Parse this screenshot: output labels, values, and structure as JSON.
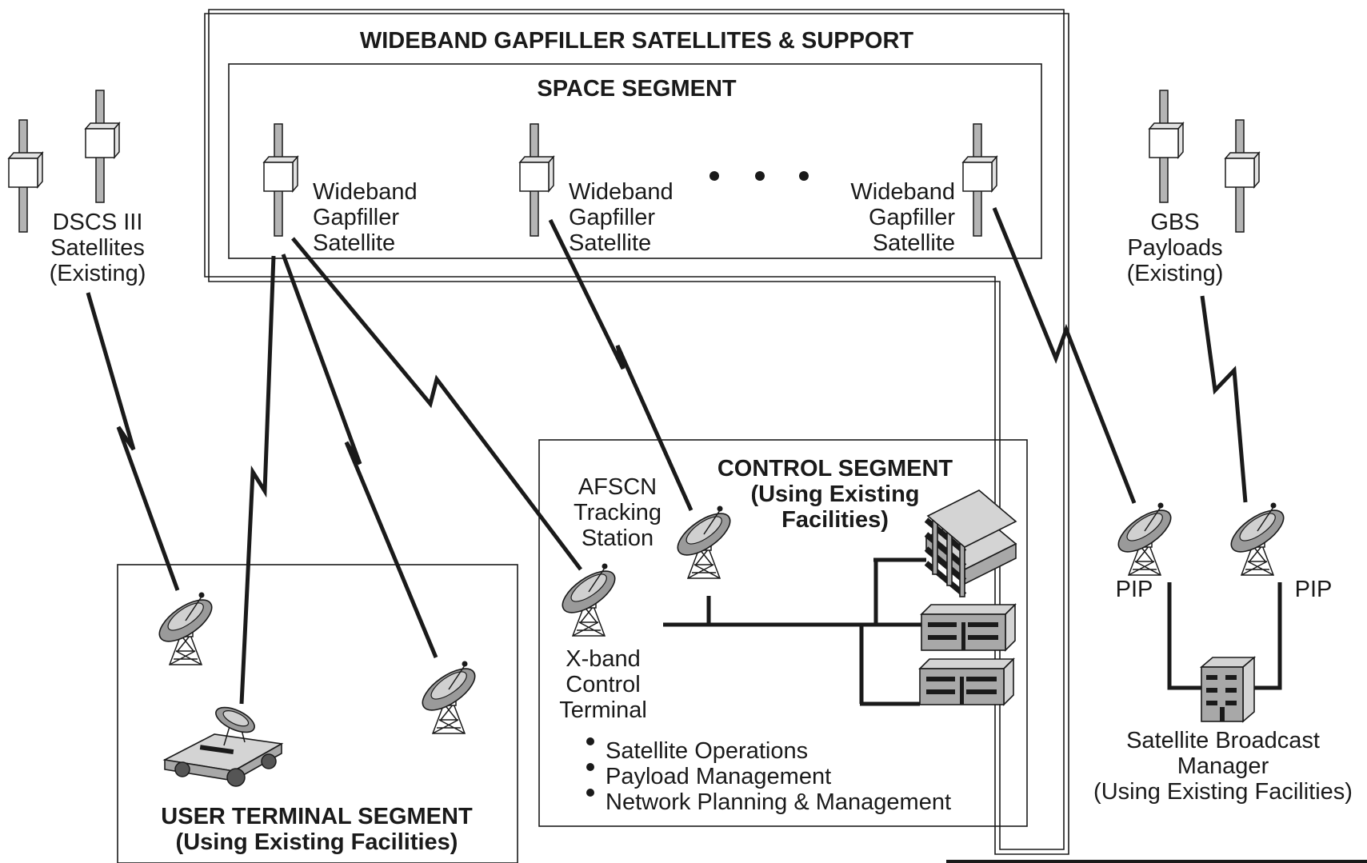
{
  "frame": {
    "title": "WIDEBAND GAPFILLER SATELLITES & SUPPORT"
  },
  "space_segment": {
    "title": "SPACE SEGMENT",
    "satellites": [
      {
        "line1": "Wideband",
        "line2": "Gapfiller",
        "line3": "Satellite"
      },
      {
        "line1": "Wideband",
        "line2": "Gapfiller",
        "line3": "Satellite"
      },
      {
        "line1": "Wideband",
        "line2": "Gapfiller",
        "line3": "Satellite"
      }
    ]
  },
  "dscs": {
    "line1": "DSCS III",
    "line2": "Satellites",
    "line3": "(Existing)"
  },
  "gbs": {
    "line1": "GBS",
    "line2": "Payloads",
    "line3": "(Existing)"
  },
  "control_segment": {
    "title_line1": "CONTROL SEGMENT",
    "title_line2": "(Using Existing",
    "title_line3": "Facilities)",
    "afscn": {
      "line1": "AFSCN",
      "line2": "Tracking",
      "line3": "Station"
    },
    "xband": {
      "line1": "X-band",
      "line2": "Control",
      "line3": "Terminal"
    },
    "functions": [
      "Satellite Operations",
      "Payload Management",
      "Network Planning & Management"
    ]
  },
  "user_segment": {
    "title_line1": "USER TERMINAL SEGMENT",
    "title_line2": "(Using Existing Facilities)"
  },
  "broadcast": {
    "pip_left": "PIP",
    "pip_right": "PIP",
    "line1": "Satellite Broadcast",
    "line2": "Manager",
    "line3": "(Using Existing Facilities)"
  },
  "icons": [
    "satellite-icon",
    "ground-antenna-icon",
    "mobile-terminal-icon",
    "building-icon"
  ]
}
